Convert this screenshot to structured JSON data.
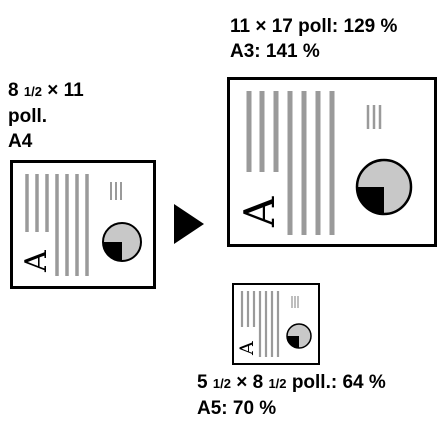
{
  "source": {
    "size_num": "8",
    "size_frac": "1/2",
    "size_rest": "× 11",
    "unit": "poll.",
    "iso": "A4"
  },
  "enlarge": {
    "line1": "11 × 17 poll: 129 %",
    "line2": "A3: 141 %"
  },
  "reduce": {
    "num1": "5",
    "frac1": "1/2",
    "mid": "× 8",
    "frac2": "1/2",
    "rest": "poll.: 64 %",
    "line2": "A5: 70 %"
  },
  "page_letter": "A",
  "icons": [
    "document-page-icon",
    "arrow-right-icon"
  ],
  "colors": {
    "ink": "#000000",
    "stripe": "#9a9a9a",
    "pie": "#c8c8c8",
    "paper": "#ffffff"
  }
}
